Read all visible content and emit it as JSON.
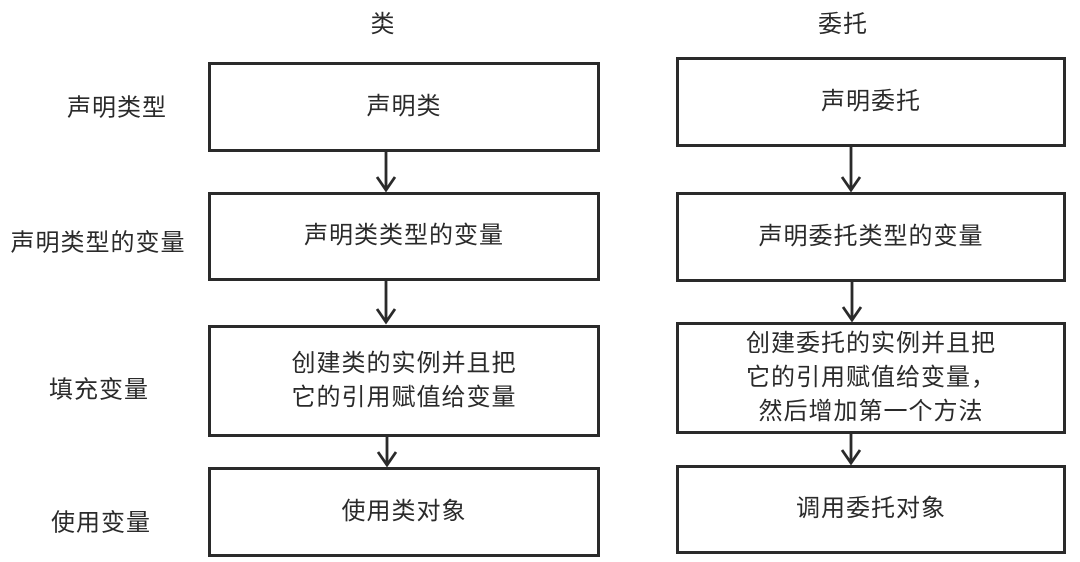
{
  "colors": {
    "line": "#2a2a2a",
    "text": "#2a2a2a",
    "background": "#ffffff",
    "box_bg": "#ffffff"
  },
  "diagram": {
    "row_labels": [
      "声明类型",
      "声明类型的变量",
      "填充变量",
      "使用变量"
    ],
    "columns": [
      {
        "header": "类",
        "boxes": [
          "声明类",
          "声明类类型的变量",
          "创建类的实例并且把\n它的引用赋值给变量",
          "使用类对象"
        ]
      },
      {
        "header": "委托",
        "boxes": [
          "声明委托",
          "声明委托类型的变量",
          "创建委托的实例并且把\n它的引用赋值给变量，\n然后增加第一个方法",
          "调用委托对象"
        ]
      }
    ]
  }
}
